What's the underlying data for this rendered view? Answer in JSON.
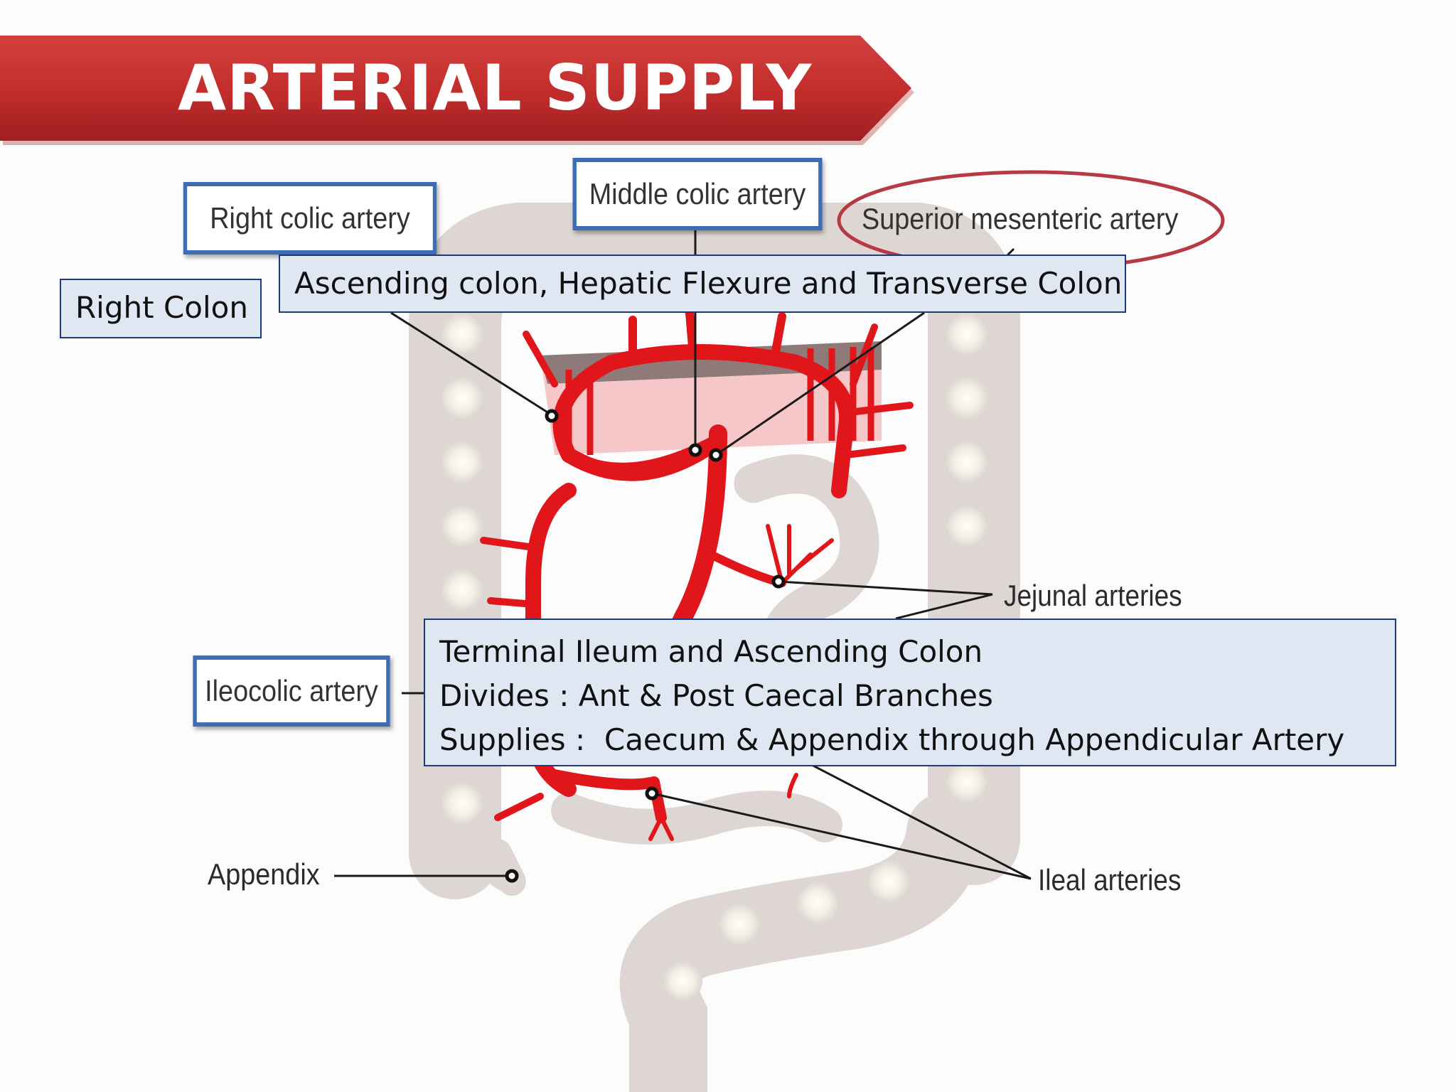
{
  "slide": {
    "title": "ARTERIAL SUPPLY",
    "banner_color": "#c0302f"
  },
  "labels": {
    "right_colic": "Right colic artery",
    "middle_colic": "Middle colic artery",
    "superior_mesenteric": "Superior mesenteric artery",
    "ileocolic": "Ileocolic artery",
    "jejunal": "Jejunal arteries",
    "appendix": "Appendix",
    "ileal": "Ileal arteries"
  },
  "notes": {
    "right_colon": "Right Colon",
    "middle_colic_supply": "Ascending colon, Hepatic Flexure and Transverse Colon",
    "ileocolic_lines": [
      "Terminal Ileum and Ascending Colon",
      "Divides : Ant & Post Caecal Branches",
      "Supplies :  Caecum & Appendix through Appendicular Artery"
    ]
  },
  "colors": {
    "artery": "#e0161b",
    "bowel": "#ddd6d3",
    "label_border": "#3c6db5",
    "note_fill": "#dfe7f3",
    "oval": "#b53a45"
  }
}
